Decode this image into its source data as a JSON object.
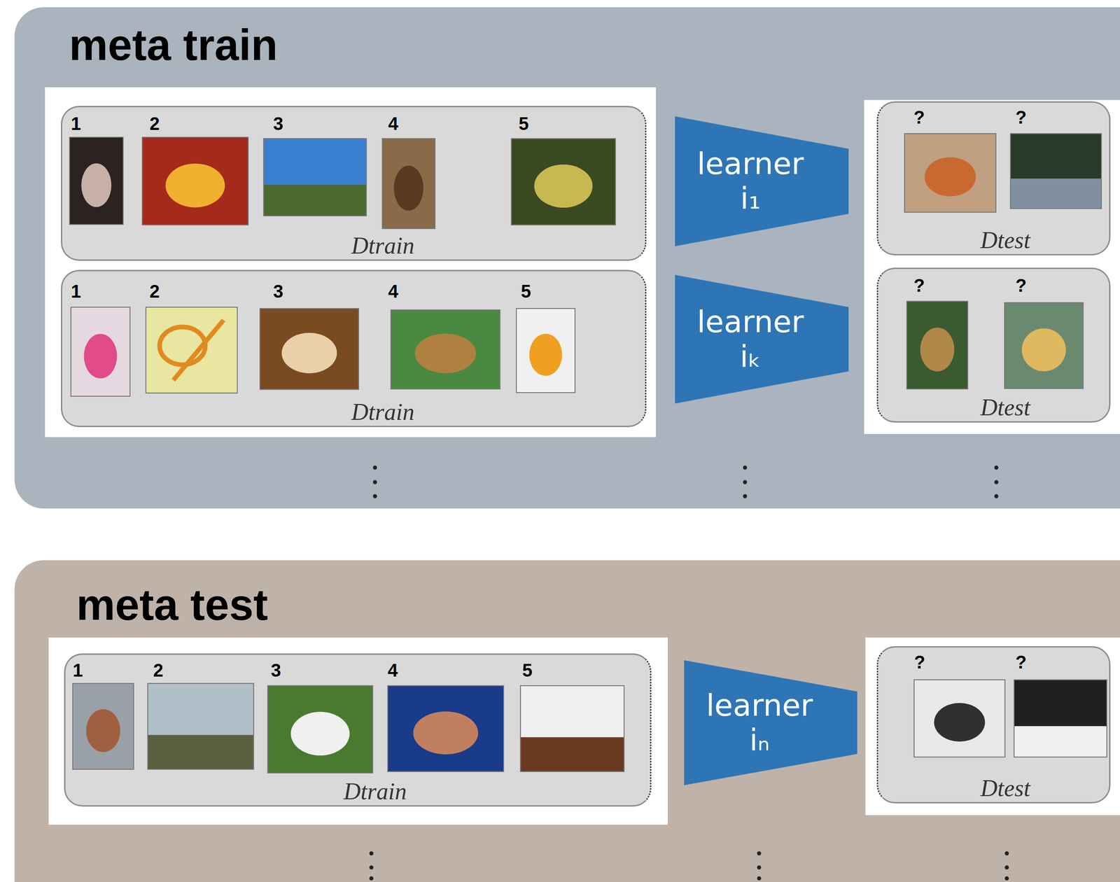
{
  "diagram": {
    "nodes": [
      {
        "text": [
          "meta train"
        ]
      },
      {
        "text": [
          "1",
          "2",
          "3",
          "4",
          "5",
          "Dtrain"
        ],
        "in": 0
      },
      {
        "text": [
          "learner i₁"
        ],
        "in": 0
      },
      {
        "text": [
          "?",
          "?",
          "Dtest"
        ],
        "in": 0
      },
      {
        "text": [
          "1",
          "2",
          "3",
          "4",
          "5",
          "Dtrain"
        ],
        "in": 0
      },
      {
        "text": [
          "learner iₖ"
        ],
        "in": 0
      },
      {
        "text": [
          "?",
          "?",
          "Dtest"
        ],
        "in": 0
      },
      {
        "text": [
          "meta test"
        ]
      },
      {
        "text": [
          "1",
          "2",
          "3",
          "4",
          "5",
          "Dtrain"
        ],
        "in": 7
      },
      {
        "text": [
          "learner iₙ"
        ],
        "in": 7
      },
      {
        "text": [
          "?",
          "?",
          "Dtest"
        ],
        "in": 7
      }
    ]
  }
}
